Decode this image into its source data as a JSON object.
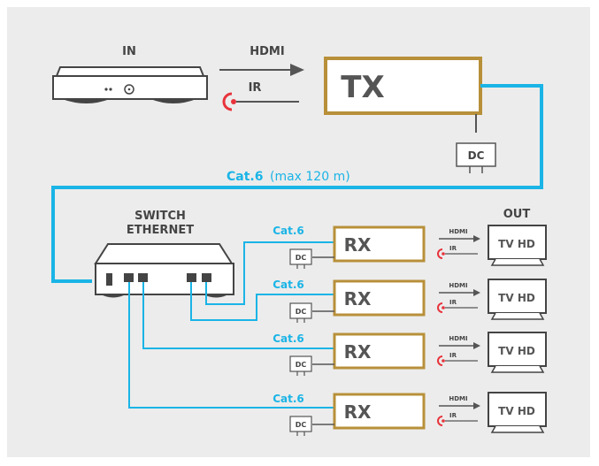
{
  "colors": {
    "background": "#ececec",
    "cable": "#1ab4e6",
    "box_border": "#b8903a",
    "text": "#444444",
    "ir": "#e8333b"
  },
  "labels": {
    "in": "IN",
    "out": "OUT",
    "hdmi": "HDMI",
    "ir": "IR",
    "tx": "TX",
    "dc": "DC",
    "switch_line1": "SWITCH",
    "switch_line2": "ETHERNET",
    "cat6": "Cat.6",
    "cat6_main_note": "(max 120 m)"
  },
  "receivers": [
    {
      "rx": "RX",
      "cable": "Cat.6",
      "dc": "DC",
      "hdmi": "HDMI",
      "ir": "IR",
      "tv": "TV HD"
    },
    {
      "rx": "RX",
      "cable": "Cat.6",
      "dc": "DC",
      "hdmi": "HDMI",
      "ir": "IR",
      "tv": "TV HD"
    },
    {
      "rx": "RX",
      "cable": "Cat.6",
      "dc": "DC",
      "hdmi": "HDMI",
      "ir": "IR",
      "tv": "TV HD"
    },
    {
      "rx": "RX",
      "cable": "Cat.6",
      "dc": "DC",
      "hdmi": "HDMI",
      "ir": "IR",
      "tv": "TV HD"
    }
  ],
  "icons": [
    "source-device-icon",
    "ir-emitter-icon",
    "dc-adapter-icon",
    "ethernet-switch-icon",
    "tv-icon"
  ]
}
